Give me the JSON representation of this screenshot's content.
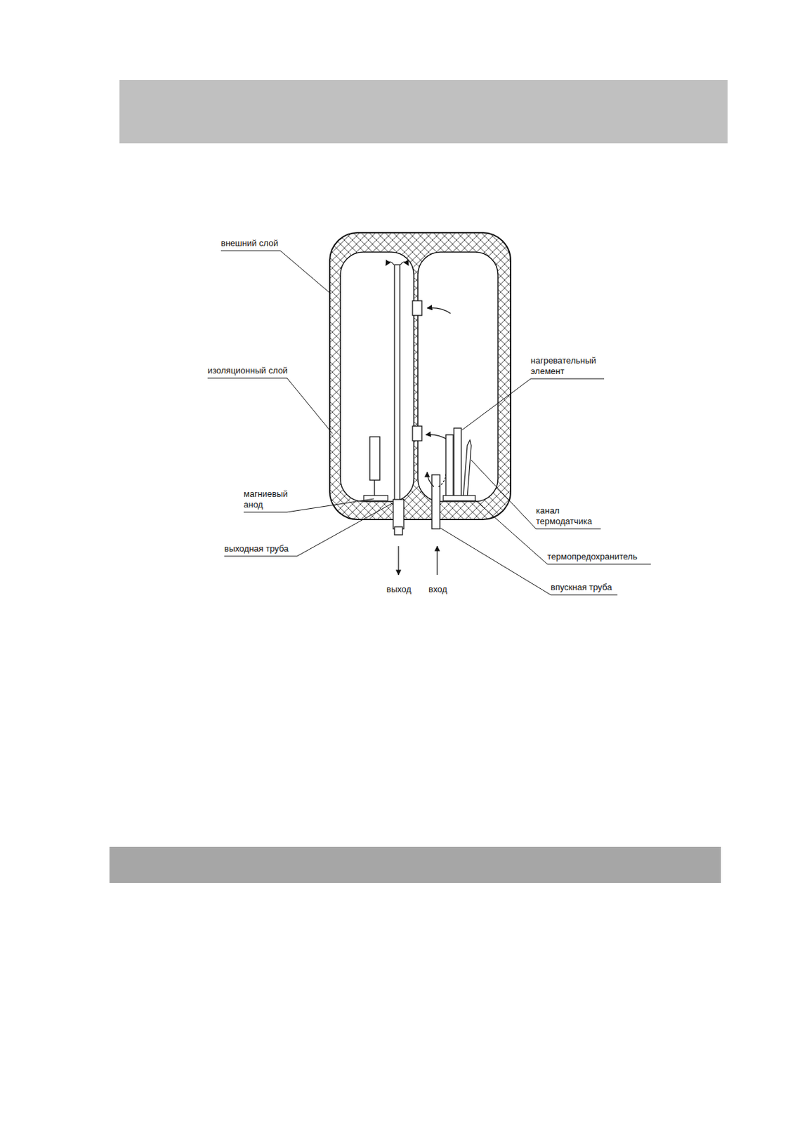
{
  "diagram": {
    "labels": [
      "внешний слой",
      "изоляционный слой",
      "нагревательный элемент",
      "магниевый анод",
      "канал термодатчика",
      "выходная труба",
      "термопредохранитель",
      "впускная труба",
      "выход",
      "вход"
    ]
  }
}
